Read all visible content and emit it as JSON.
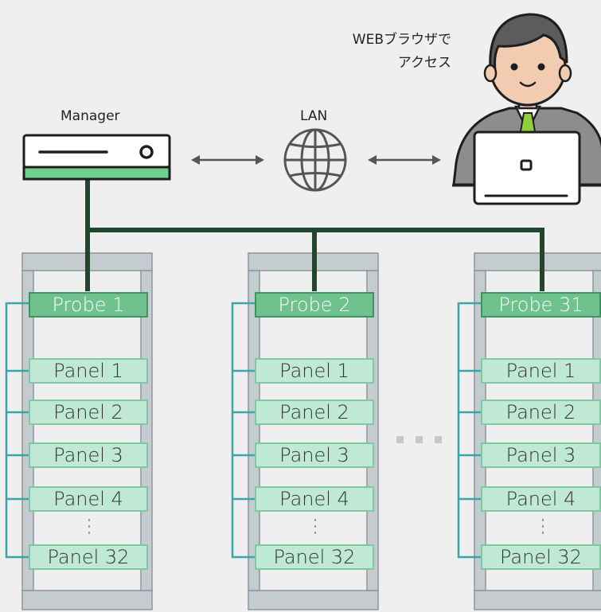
{
  "manager": {
    "label": "Manager"
  },
  "lan": {
    "label": "LAN"
  },
  "user": {
    "caption_line1": "WEBブラウザで",
    "caption_line2": "アクセス"
  },
  "racks": [
    {
      "probe": "Probe 1",
      "panels": [
        "Panel 1",
        "Panel 2",
        "Panel 3",
        "Panel 4",
        "Panel 32"
      ]
    },
    {
      "probe": "Probe 2",
      "panels": [
        "Panel 1",
        "Panel 2",
        "Panel 3",
        "Panel 4",
        "Panel 32"
      ]
    },
    {
      "probe": "Probe 31",
      "panels": [
        "Panel 1",
        "Panel 2",
        "Panel 3",
        "Panel 4",
        "Panel 32"
      ]
    }
  ],
  "colors": {
    "background": "#efefef",
    "network_line": "#23452d",
    "bus_line": "#3aa7a7",
    "probe_fill": "#6fc28c",
    "panel_fill": "#bfe9d4",
    "rack_frame": "#c5ccd0"
  }
}
